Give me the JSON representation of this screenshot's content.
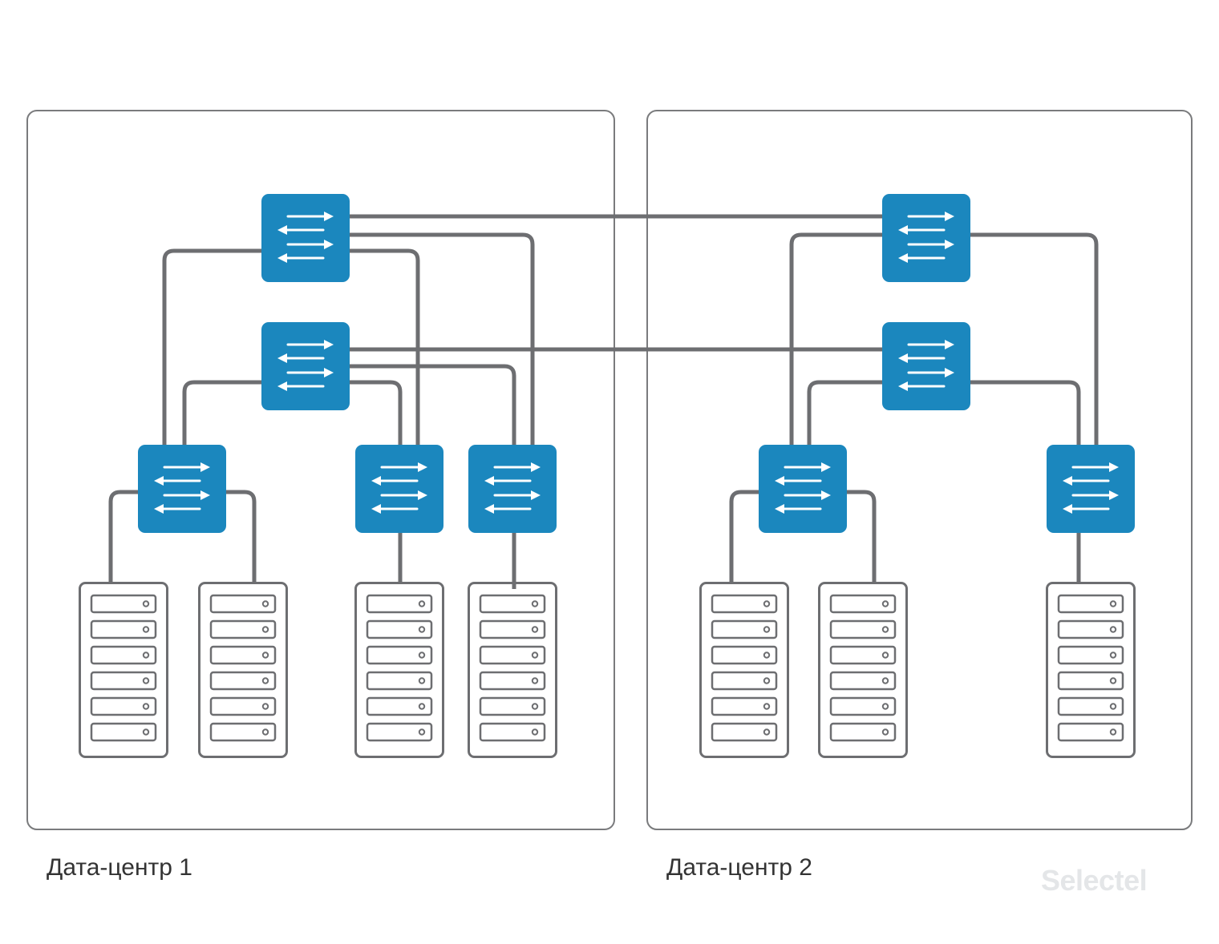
{
  "datacenters": [
    {
      "label": "Дата-центр 1",
      "spine_switches": 2,
      "leaf_switches": 3,
      "servers": 4
    },
    {
      "label": "Дата-центр 2",
      "spine_switches": 2,
      "leaf_switches": 2,
      "servers": 3
    }
  ],
  "brand": {
    "watermark": "Selectel"
  },
  "colors": {
    "switch": "#1b87be",
    "link": "#6d6e71",
    "frame": "#7a7b7d",
    "server_outline": "#6d6e71",
    "watermark": "#e4e6e8"
  },
  "icons": {
    "switch": "switch-arrows-icon",
    "server": "server-rack-icon"
  }
}
